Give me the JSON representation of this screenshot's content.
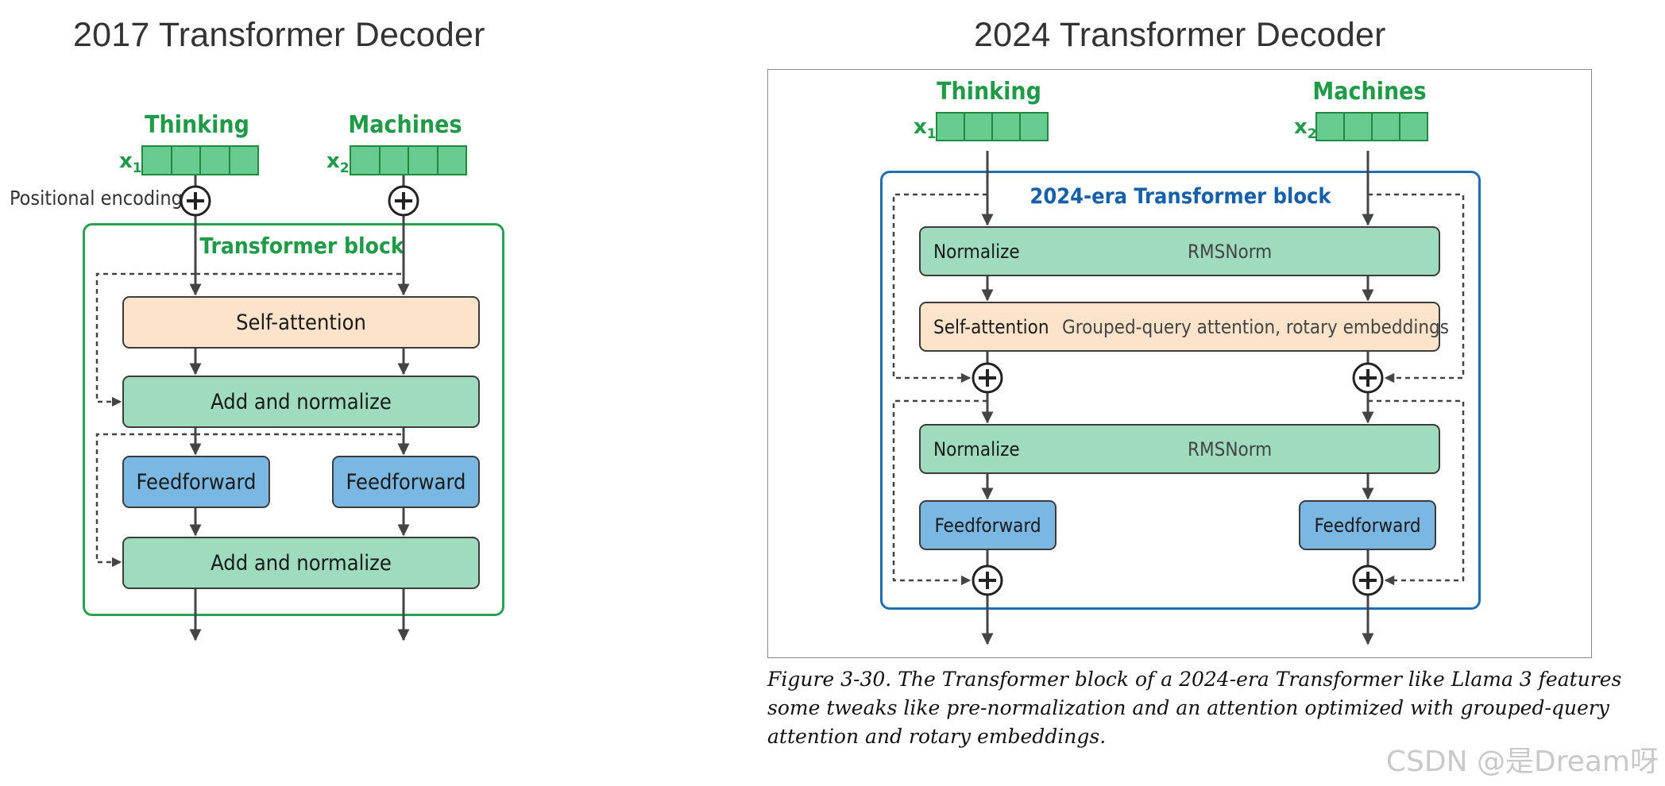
{
  "left": {
    "title": "2017 Transformer Decoder",
    "tokens": [
      {
        "word": "Thinking",
        "x_label": "x",
        "x_sub": "1"
      },
      {
        "word": "Machines",
        "x_label": "x",
        "x_sub": "2"
      }
    ],
    "positional_encoding": "Positional encoding",
    "block_title": "Transformer block",
    "self_attention": "Self-attention",
    "add_norm_1": "Add and normalize",
    "feedforward_1": "Feedforward",
    "feedforward_2": "Feedforward",
    "add_norm_2": "Add and normalize"
  },
  "right": {
    "title": "2024 Transformer Decoder",
    "tokens": [
      {
        "word": "Thinking",
        "x_label": "x",
        "x_sub": "1"
      },
      {
        "word": "Machines",
        "x_label": "x",
        "x_sub": "2"
      }
    ],
    "block_title": "2024-era Transformer block",
    "normalize_1": {
      "label": "Normalize",
      "detail": "RMSNorm"
    },
    "self_attention": {
      "label": "Self-attention",
      "detail": "Grouped-query attention, rotary embeddings"
    },
    "normalize_2": {
      "label": "Normalize",
      "detail": "RMSNorm"
    },
    "feedforward_1": "Feedforward",
    "feedforward_2": "Feedforward",
    "caption": "Figure 3-30. The Transformer block of a 2024-era Transformer like Llama 3 features some tweaks like pre-normalization and an attention optimized with grouped-query attention and rotary embeddings."
  },
  "watermark": "CSDN @是Dream呀",
  "colors": {
    "token_green": "#1f9a47",
    "left_block_border": "#2aa052",
    "right_block_border": "#1f6fb0",
    "right_block_title": "#1560a8",
    "norm_fill": "#9edcbd",
    "attention_fill": "#fde3ca",
    "feedforward_fill": "#7bb7e3"
  }
}
